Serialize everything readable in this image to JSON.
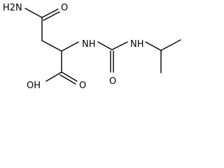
{
  "molecule": {
    "labels": {
      "amine": "H2N",
      "amide_oxygen": "O",
      "urea_nh_left": "NH",
      "urea_nh_right": "NH",
      "urea_oxygen": "O",
      "acid_hydroxyl": "OH",
      "acid_oxygen": "O"
    }
  }
}
